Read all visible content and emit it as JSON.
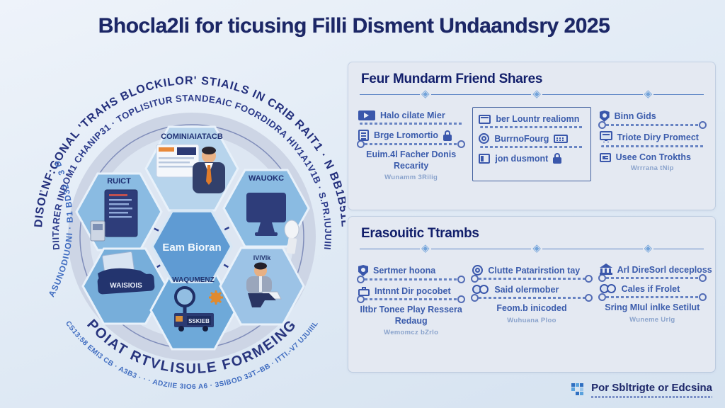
{
  "title": "Bhocla2li for ticusing Filli Disment Undaandsry 2025",
  "colors": {
    "accent_navy": "#1c2766",
    "item_blue": "#3b5cac",
    "panel_bg": "#e4e9f2",
    "hex_blue": "#7fb3dd",
    "ring_gray": "#cdd5e5",
    "orange_accent": "#e08a2e"
  },
  "diagram": {
    "arc_outer": "DISOĽNF:GONAL 'TRAHS BLOCKILOR' STIAILS IN CRIB RAIT1 · N BB1B51L",
    "arc_inner": "DIITARER INDOM1 CHANIP31 · TOPLISITUR STANDEAIC FOORDIDRA HIV1A1V1B · S.PR.IUJUIII",
    "arc_left": "ASUNODIUONI · B1 BD32 · 3 D",
    "arc_bottom_large": "POIAT RTVLISULE FORMEING",
    "arc_bottom_small": "CS13:58 EMI3 CB · A3B3 · · · ADZIIE 3IO6 A6 · 3SIBOD 33T–BB · ITTI.-V7 UJUIIIL",
    "hexagons": {
      "top": {
        "label": "COMINIAIATACB"
      },
      "left": {
        "label": "RUICT"
      },
      "right": {
        "label": "WAUOKC"
      },
      "center": {
        "label": "Eam Bioran"
      },
      "bottom_left": {
        "label": "WAISIOIS"
      },
      "bottom_mid": {
        "label": "WAQUMENZ",
        "box_label": "SSKIEB"
      },
      "bottom_right": {
        "label": "IVIVIk"
      }
    }
  },
  "panels": [
    {
      "header": "Feur Mundarm Friend Shares",
      "columns": [
        {
          "items": [
            {
              "icon": "video-player-icon",
              "label": "Halo cilate Mier"
            },
            {
              "icon": "document-icon",
              "label": "Brge Lromortio",
              "trail_icon": "lock-icon"
            },
            {
              "label": "Euim.4l Facher Donis Recarity",
              "sub": "Wunamm 3Rilig"
            }
          ]
        },
        {
          "items": [
            {
              "icon": "browser-window-icon",
              "label": "ber Lountr realiomn"
            },
            {
              "icon": "badge-icon",
              "label": "BurrnoFourg",
              "trail_icon": "keyboard-icon"
            },
            {
              "icon": "browser-panel-icon",
              "label": "jon dusmont",
              "trail_icon": "lock-icon"
            }
          ]
        },
        {
          "items": [
            {
              "icon": "shield-icon",
              "label": "Binn Gids"
            },
            {
              "icon": "monitor-icon",
              "label": "Triote Diry Promect"
            },
            {
              "icon": "id-card-icon",
              "label": "Usee Con Trokths",
              "sub": "Wrrrana tNip"
            }
          ]
        }
      ]
    },
    {
      "header": "Erasouitic Ttrambs",
      "columns": [
        {
          "items": [
            {
              "icon": "shield-icon",
              "label": "Sertmer hoona"
            },
            {
              "icon": "printer-icon",
              "label": "Intnnt Dir pocobet"
            },
            {
              "label": "Iltbr Tonee Play Ressera Redaug",
              "sub": "Wemomcz bZrlo"
            }
          ]
        },
        {
          "items": [
            {
              "icon": "badge-icon",
              "label": "Clutte Patarirstion tay"
            },
            {
              "icon": "coins-icon",
              "label": "Said olermober"
            },
            {
              "label": "Feom.b inicoded",
              "sub": "Wuhuana Ploo"
            }
          ]
        },
        {
          "items": [
            {
              "icon": "bank-icon",
              "label": "Arl DireSorl deceploss"
            },
            {
              "icon": "coins-icon",
              "label": "Cales if Frolet"
            },
            {
              "label": "Sring MIul inlke Setilut",
              "sub": "Wuneme Urlg"
            }
          ]
        }
      ]
    }
  ],
  "footer": {
    "brand": "Por Sbltrigte or Edcsina"
  }
}
